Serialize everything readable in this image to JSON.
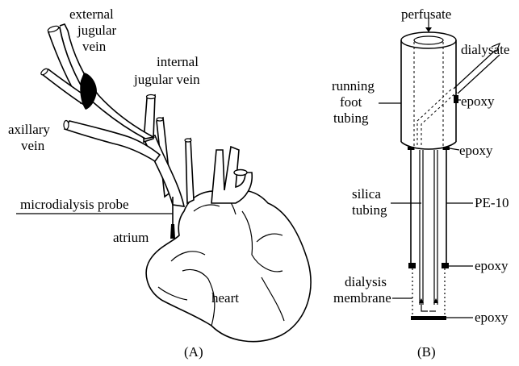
{
  "panel_a": {
    "caption": "(A)",
    "labels": {
      "external_jugular_1": "external",
      "external_jugular_2": "jugular",
      "external_jugular_3": "vein",
      "internal_jugular_1": "internal",
      "internal_jugular_2": "jugular vein",
      "axillary_1": "axillary",
      "axillary_2": "vein",
      "probe": "microdialysis probe",
      "atrium": "atrium",
      "heart": "heart"
    }
  },
  "panel_b": {
    "caption": "(B)",
    "labels": {
      "perfusate": "perfusate",
      "dialysate": "dialysate",
      "running_1": "running",
      "running_2": "foot",
      "running_3": "tubing",
      "epoxy_1": "epoxy",
      "epoxy_2": "epoxy",
      "silica_1": "silica",
      "silica_2": "tubing",
      "pe10": "PE-10",
      "epoxy_3": "epoxy",
      "dialysis_1": "dialysis",
      "dialysis_2": "membrane",
      "epoxy_4": "epoxy"
    }
  }
}
